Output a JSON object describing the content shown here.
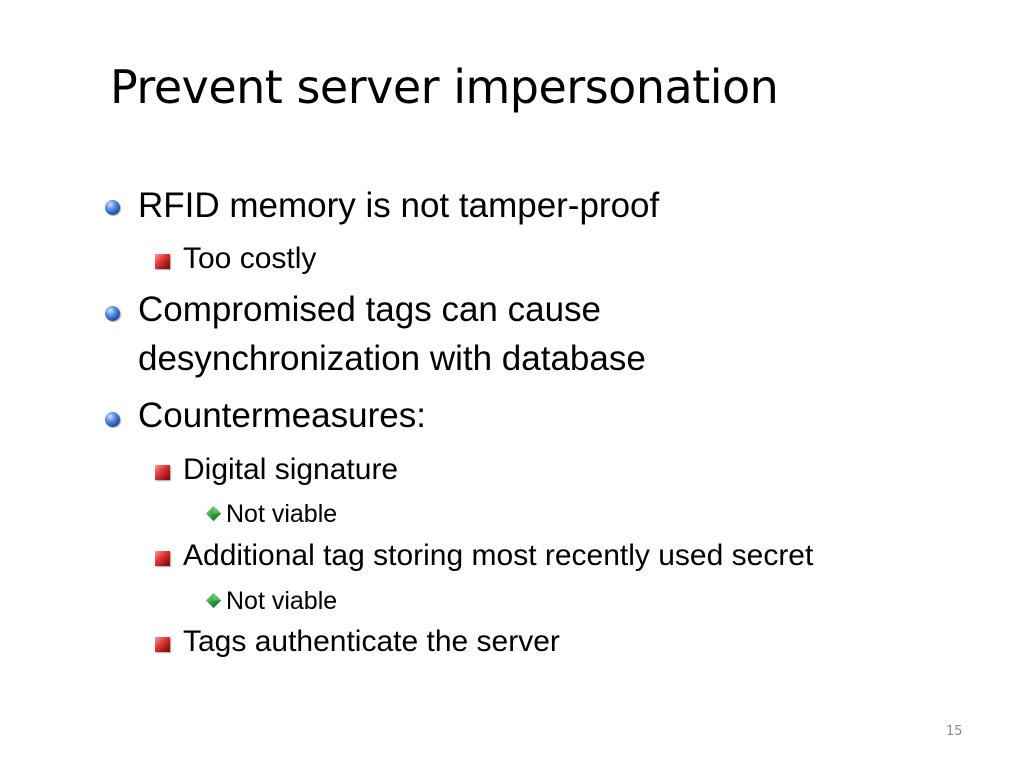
{
  "slide": {
    "title": "Prevent server impersonation",
    "items": [
      {
        "level": 1,
        "lines": [
          "RFID memory is not tamper-proof"
        ]
      },
      {
        "level": 2,
        "lines": [
          "Too costly"
        ]
      },
      {
        "level": 1,
        "lines": [
          "Compromised tags can cause",
          "desynchronization with database"
        ]
      },
      {
        "level": 1,
        "lines": [
          "Countermeasures:"
        ]
      },
      {
        "level": 2,
        "lines": [
          "Digital signature"
        ]
      },
      {
        "level": 3,
        "lines": [
          "Not viable"
        ]
      },
      {
        "level": 2,
        "lines": [
          "Additional tag storing most recently used secret"
        ]
      },
      {
        "level": 3,
        "lines": [
          "Not viable"
        ]
      },
      {
        "level": 2,
        "lines": [
          "Tags authenticate the server"
        ]
      }
    ],
    "page_number": "15"
  },
  "colors": {
    "level1_bullet": "#2a5cc0",
    "level2_bullet": "#c62020",
    "level3_bullet": "#2fa13a",
    "page_number": "#8a8a8a"
  },
  "icons": {
    "level1": "blue-sphere-bullet-icon",
    "level2": "red-square-bullet-icon",
    "level3": "green-diamond-bullet-icon"
  }
}
